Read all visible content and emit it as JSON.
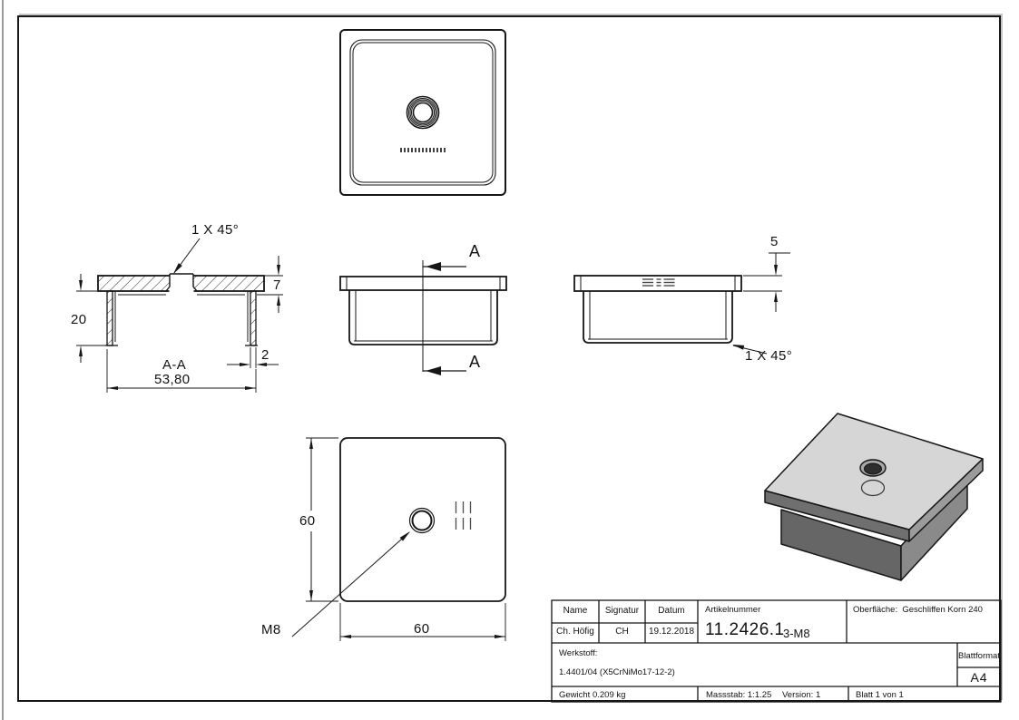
{
  "drawing": {
    "views": {
      "section": {
        "chamfer_note": "1 X 45°",
        "flange_thickness": "7",
        "body_height": "20",
        "wall_thickness": "2",
        "section_label": "A-A",
        "body_width": "53,80"
      },
      "front": {
        "section_arrow": "A"
      },
      "side": {
        "flange_thickness": "5",
        "chamfer_note": "1 X 45°"
      },
      "bottom": {
        "height": "60",
        "width": "60",
        "thread": "M8"
      }
    },
    "title_block": {
      "name_header": "Name",
      "signature_header": "Signatur",
      "date_header": "Datum",
      "article_header": "Artikelnummer",
      "surface": "Oberfläche:  Geschliffen Korn 240",
      "name": "Ch. Höfig",
      "signature": "CH",
      "date": "19.12.2018",
      "article_number": "11.2426.1",
      "article_suffix": "3-M8",
      "material_label": "Werkstoff:",
      "material": "1.4401/04 (X5CrNiMo17-12-2)",
      "sheet_format_label": "Blattformat",
      "sheet_format": "A4",
      "weight": "Gewicht 0.209 kg",
      "scale": "Massstab: 1:1.25",
      "version": "Version: 1",
      "sheet": "Blatt 1 von 1"
    },
    "colors": {
      "line": "#161616",
      "iso_top_face": "#d6d6d6",
      "iso_left_face": "#666666",
      "iso_right_face": "#8a8a8a"
    }
  }
}
